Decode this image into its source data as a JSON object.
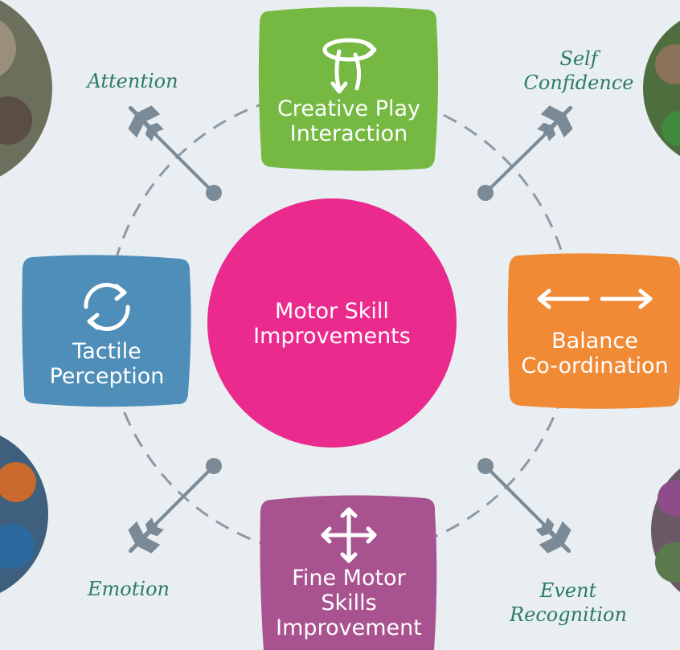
{
  "center": {
    "label": "Motor Skill\nImprovements",
    "color": "#ea2a8c"
  },
  "nodes": {
    "top": {
      "label": "Creative Play\nInteraction",
      "color": "#75b943",
      "icon": "loop-arrow-icon"
    },
    "left": {
      "label": "Tactile\nPerception",
      "color": "#4e8eb8",
      "icon": "cycle-arrows-icon"
    },
    "right": {
      "label": "Balance\nCo-ordination",
      "color": "#f08a35",
      "icon": "left-right-arrows-icon"
    },
    "bottom": {
      "label": "Fine Motor\nSkills\nImprovement",
      "color": "#a85390",
      "icon": "four-way-arrows-icon"
    }
  },
  "outcomes": {
    "top_left": {
      "label": "Attention",
      "icon": "airplane-icon"
    },
    "top_right": {
      "label": "Self\nConfidence",
      "icon": "airplane-icon"
    },
    "bottom_left": {
      "label": "Emotion",
      "icon": "airplane-icon"
    },
    "bottom_right": {
      "label": "Event\nRecognition",
      "icon": "airplane-icon"
    }
  },
  "colors": {
    "background": "#e8eef1",
    "ring": "#8d99a4",
    "connector": "#7a8a97",
    "script_text": "#2d7a6a"
  }
}
